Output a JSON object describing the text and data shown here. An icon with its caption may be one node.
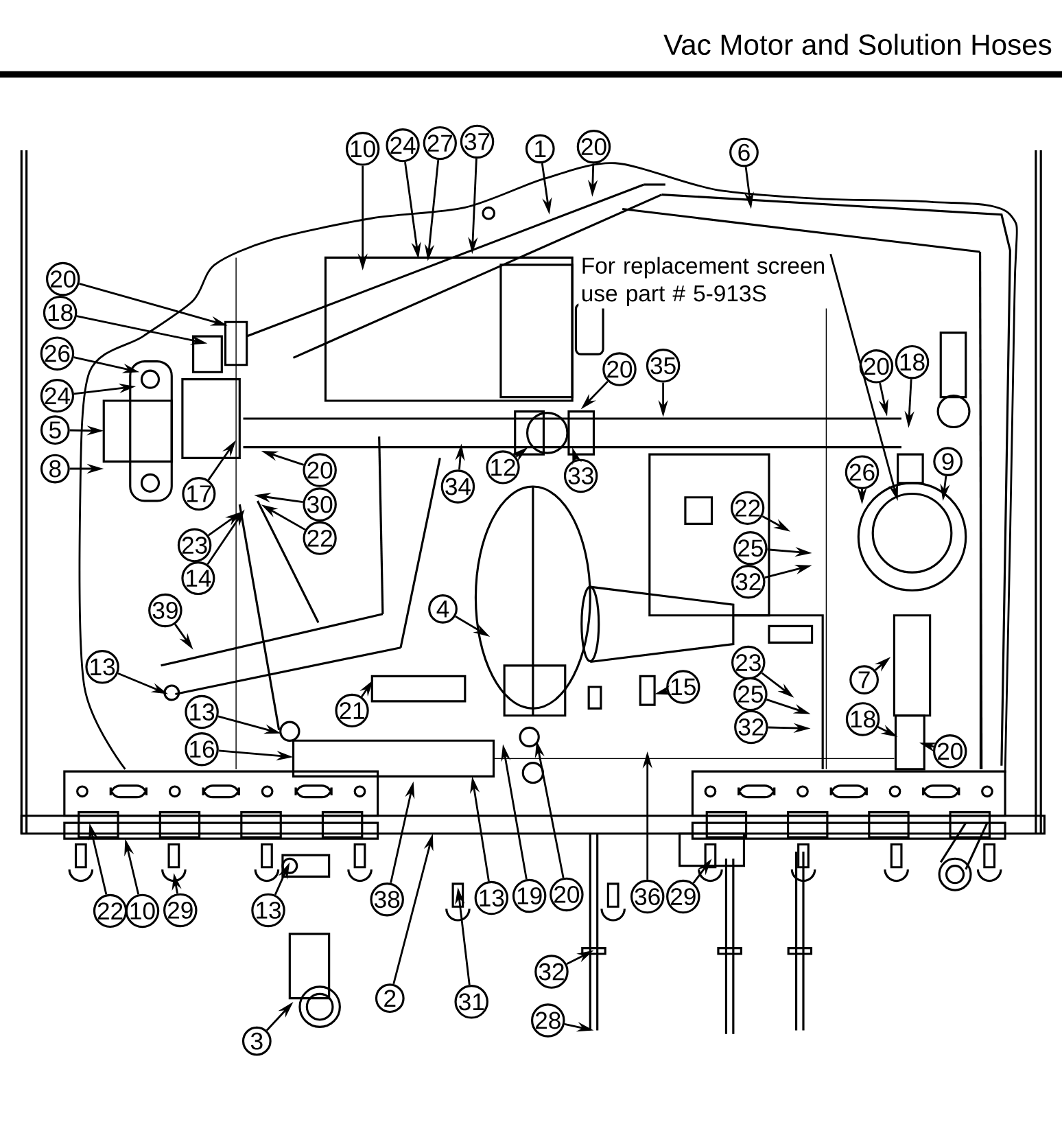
{
  "diagram": {
    "title": "Vac Motor and Solution Hoses",
    "nodes": [
      {
        "text": [
          "10"
        ]
      },
      {
        "text": [
          "24"
        ]
      },
      {
        "text": [
          "27"
        ]
      },
      {
        "text": [
          "37"
        ]
      },
      {
        "text": [
          "1"
        ]
      },
      {
        "text": [
          "20"
        ]
      },
      {
        "text": [
          "6"
        ]
      },
      {
        "text": [
          "20"
        ]
      },
      {
        "text": [
          "18"
        ]
      },
      {
        "text": [
          "26"
        ]
      },
      {
        "text": [
          "24"
        ]
      },
      {
        "text": [
          "5"
        ]
      },
      {
        "text": [
          "8"
        ]
      },
      {
        "text": [
          "17"
        ]
      },
      {
        "text": [
          "20"
        ]
      },
      {
        "text": [
          "30"
        ]
      },
      {
        "text": [
          "22"
        ]
      },
      {
        "text": [
          "23"
        ]
      },
      {
        "text": [
          "14"
        ]
      },
      {
        "text": [
          "20"
        ]
      },
      {
        "text": [
          "35"
        ]
      },
      {
        "text": [
          "12"
        ]
      },
      {
        "text": [
          "33"
        ]
      },
      {
        "text": [
          "34"
        ]
      },
      {
        "text": [
          "20"
        ]
      },
      {
        "text": [
          "18"
        ]
      },
      {
        "text": [
          "9"
        ]
      },
      {
        "text": [
          "26"
        ]
      },
      {
        "text": [
          "22"
        ]
      },
      {
        "text": [
          "25"
        ]
      },
      {
        "text": [
          "32"
        ]
      },
      {
        "text": [
          "4"
        ]
      },
      {
        "text": [
          "39"
        ]
      },
      {
        "text": [
          "13"
        ]
      },
      {
        "text": [
          "21"
        ]
      },
      {
        "text": [
          "15"
        ]
      },
      {
        "text": [
          "23"
        ]
      },
      {
        "text": [
          "25"
        ]
      },
      {
        "text": [
          "32"
        ]
      },
      {
        "text": [
          "7"
        ]
      },
      {
        "text": [
          "18"
        ]
      },
      {
        "text": [
          "20"
        ]
      },
      {
        "text": [
          "13"
        ]
      },
      {
        "text": [
          "16"
        ]
      },
      {
        "text": [
          "38"
        ]
      },
      {
        "text": [
          "13"
        ]
      },
      {
        "text": [
          "19"
        ]
      },
      {
        "text": [
          "20"
        ]
      },
      {
        "text": [
          "36"
        ]
      },
      {
        "text": [
          "29"
        ]
      },
      {
        "text": [
          "22"
        ]
      },
      {
        "text": [
          "10"
        ]
      },
      {
        "text": [
          "29"
        ]
      },
      {
        "text": [
          "13"
        ]
      },
      {
        "text": [
          "2"
        ]
      },
      {
        "text": [
          "31"
        ]
      },
      {
        "text": [
          "32"
        ]
      },
      {
        "text": [
          "28"
        ]
      },
      {
        "text": [
          "3"
        ]
      },
      {
        "text": [
          "For replacement screen use part # 5-913S"
        ]
      }
    ],
    "edges": [
      {
        "from": 0,
        "to": null,
        "arrow": "to"
      },
      {
        "from": 1,
        "to": null,
        "arrow": "to"
      },
      {
        "from": 2,
        "to": null,
        "arrow": "to"
      },
      {
        "from": 3,
        "to": null,
        "arrow": "to"
      },
      {
        "from": 4,
        "to": null,
        "arrow": "to"
      },
      {
        "from": 5,
        "to": null,
        "arrow": "to"
      },
      {
        "from": 6,
        "to": null,
        "arrow": "to"
      },
      {
        "from": 7,
        "to": null,
        "arrow": "to"
      },
      {
        "from": 8,
        "to": null,
        "arrow": "to"
      },
      {
        "from": 9,
        "to": null,
        "arrow": "to"
      },
      {
        "from": 10,
        "to": null,
        "arrow": "to"
      },
      {
        "from": 11,
        "to": null,
        "arrow": "to"
      },
      {
        "from": 12,
        "to": null,
        "arrow": "to"
      },
      {
        "from": 13,
        "to": null,
        "arrow": "to"
      },
      {
        "from": 14,
        "to": null,
        "arrow": "to"
      },
      {
        "from": 15,
        "to": null,
        "arrow": "to"
      },
      {
        "from": 16,
        "to": null,
        "arrow": "to"
      },
      {
        "from": 17,
        "to": null,
        "arrow": "to"
      },
      {
        "from": 18,
        "to": null,
        "arrow": "to"
      },
      {
        "from": 19,
        "to": null,
        "arrow": "to"
      },
      {
        "from": 20,
        "to": null,
        "arrow": "to"
      },
      {
        "from": 21,
        "to": null,
        "arrow": "to"
      },
      {
        "from": 22,
        "to": null,
        "arrow": "to"
      },
      {
        "from": 23,
        "to": null,
        "arrow": "to"
      },
      {
        "from": 24,
        "to": null,
        "arrow": "to"
      },
      {
        "from": 25,
        "to": null,
        "arrow": "to"
      },
      {
        "from": 26,
        "to": null,
        "arrow": "to"
      },
      {
        "from": 27,
        "to": null,
        "arrow": "to"
      },
      {
        "from": 28,
        "to": null,
        "arrow": "to"
      },
      {
        "from": 29,
        "to": null,
        "arrow": "to"
      },
      {
        "from": 30,
        "to": null,
        "arrow": "to"
      },
      {
        "from": 31,
        "to": null,
        "arrow": "to"
      },
      {
        "from": 32,
        "to": null,
        "arrow": "to"
      },
      {
        "from": 33,
        "to": null,
        "arrow": "to"
      },
      {
        "from": 34,
        "to": null,
        "arrow": "to"
      },
      {
        "from": 35,
        "to": null,
        "arrow": "to"
      },
      {
        "from": 36,
        "to": null,
        "arrow": "to"
      },
      {
        "from": 37,
        "to": null,
        "arrow": "to"
      },
      {
        "from": 38,
        "to": null,
        "arrow": "to"
      },
      {
        "from": 39,
        "to": null,
        "arrow": "to"
      },
      {
        "from": 40,
        "to": null,
        "arrow": "to"
      },
      {
        "from": 41,
        "to": null,
        "arrow": "to"
      },
      {
        "from": 42,
        "to": null,
        "arrow": "to"
      },
      {
        "from": 43,
        "to": null,
        "arrow": "to"
      },
      {
        "from": 44,
        "to": null,
        "arrow": "to"
      },
      {
        "from": 45,
        "to": null,
        "arrow": "to"
      },
      {
        "from": 46,
        "to": null,
        "arrow": "to"
      },
      {
        "from": 47,
        "to": null,
        "arrow": "to"
      },
      {
        "from": 48,
        "to": null,
        "arrow": "to"
      },
      {
        "from": 49,
        "to": null,
        "arrow": "to"
      },
      {
        "from": 50,
        "to": null,
        "arrow": "to"
      },
      {
        "from": 51,
        "to": null,
        "arrow": "to"
      },
      {
        "from": 52,
        "to": null,
        "arrow": "to"
      },
      {
        "from": 53,
        "to": null,
        "arrow": "to"
      },
      {
        "from": 54,
        "to": null,
        "arrow": "to"
      },
      {
        "from": 55,
        "to": null,
        "arrow": "to"
      },
      {
        "from": 56,
        "to": null,
        "arrow": "to"
      },
      {
        "from": 57,
        "to": null,
        "arrow": "to"
      },
      {
        "from": 58,
        "to": null,
        "arrow": "to"
      },
      {
        "from": 59,
        "to": null,
        "arrow": "to"
      }
    ]
  }
}
